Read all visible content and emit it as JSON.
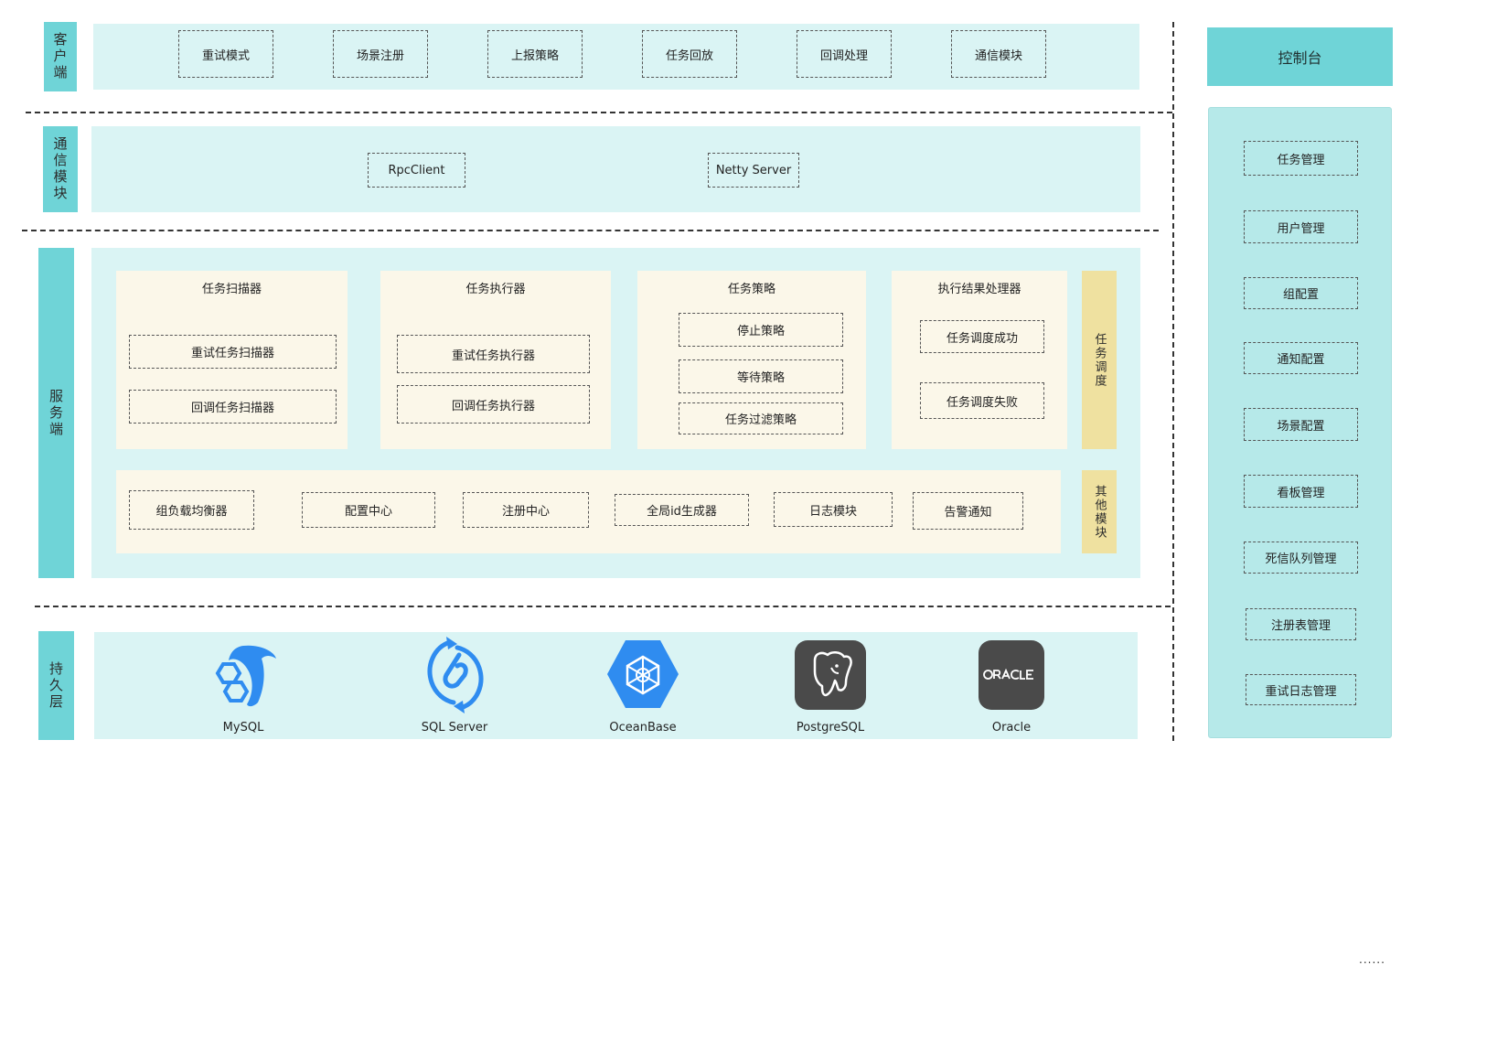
{
  "layers": {
    "client": {
      "label": "客户端",
      "items": [
        "重试模式",
        "场景注册",
        "上报策略",
        "任务回放",
        "回调处理",
        "通信模块"
      ]
    },
    "comm": {
      "label": "通信模块",
      "items": [
        "RpcClient",
        "Netty Server"
      ]
    },
    "server": {
      "label": "服务端",
      "scanner": {
        "title": "任务扫描器",
        "items": [
          "重试任务扫描器",
          "回调任务扫描器"
        ]
      },
      "executor": {
        "title": "任务执行器",
        "items": [
          "重试任务执行器",
          "回调任务执行器"
        ]
      },
      "strategy": {
        "title": "任务策略",
        "items": [
          "停止策略",
          "等待策略",
          "任务过滤策略"
        ]
      },
      "result": {
        "title": "执行结果处理器",
        "items": [
          "任务调度成功",
          "任务调度失败"
        ]
      },
      "schedule_label": "任务调度",
      "others": {
        "label": "其他模块",
        "items": [
          "组负载均衡器",
          "配置中心",
          "注册中心",
          "全局id生成器",
          "日志模块",
          "告警通知"
        ]
      }
    },
    "persistence": {
      "label": "持久层",
      "databases": [
        "MySQL",
        "SQL Server",
        "OceanBase",
        "PostgreSQL",
        "Oracle"
      ]
    }
  },
  "console": {
    "title": "控制台",
    "items": [
      "任务管理",
      "用户管理",
      "组配置",
      "通知配置",
      "场景配置",
      "看板管理",
      "死信队列管理",
      "注册表管理",
      "重试日志管理"
    ]
  },
  "footer": {
    "ellipsis": "......"
  },
  "colors": {
    "label_teal": "#6fd4d7",
    "band": "#daf4f4",
    "card": "#fbf7e9",
    "yellow": "#efe1a0",
    "console_body": "#b6e9e9",
    "db_blue": "#2f8cf0",
    "db_dark": "#4a4a4a"
  },
  "icons": [
    "mysql-dolphin-icon",
    "sqlserver-icon",
    "oceanbase-icon",
    "postgresql-elephant-icon",
    "oracle-logo-icon"
  ]
}
